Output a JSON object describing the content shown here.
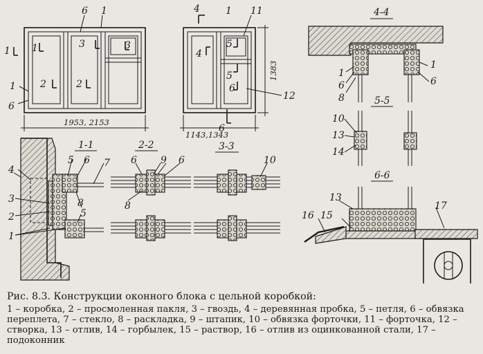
{
  "drawing": {
    "labels": {
      "n1": "1",
      "n2": "2",
      "n3": "3",
      "n4": "4",
      "n5": "5",
      "n6": "6",
      "n7": "7",
      "n8": "8",
      "n9": "9",
      "n10": "10",
      "n11": "11",
      "n12": "12",
      "n13": "13",
      "n14": "14",
      "n15": "15",
      "n16": "16",
      "n17": "17"
    },
    "sections": {
      "s11": "1-1",
      "s22": "2-2",
      "s33": "3-3",
      "s44": "4-4",
      "s55": "5-5",
      "s66": "6-6"
    },
    "dimensions": {
      "window_width": "1953, 2153",
      "door_width": "1143,1343",
      "door_height": "1383"
    }
  },
  "caption": {
    "title": "Рис. 8.3. Конструкции оконного блока с цельной коробкой:",
    "legend": "1 – коробка, 2 – просмоленная пакля, 3 – гвоздь, 4 – деревянная пробка, 5 – петля, 6 – обвязка переплета, 7 – стекло, 8 – раскладка, 9 – штапик, 10 – обвязка форточки, 11 – форточка, 12 – створка, 13 – отлив, 14 – горбылек, 15 – раствор, 16 – отлив из оцинкованной стали, 17 – подоконник"
  }
}
